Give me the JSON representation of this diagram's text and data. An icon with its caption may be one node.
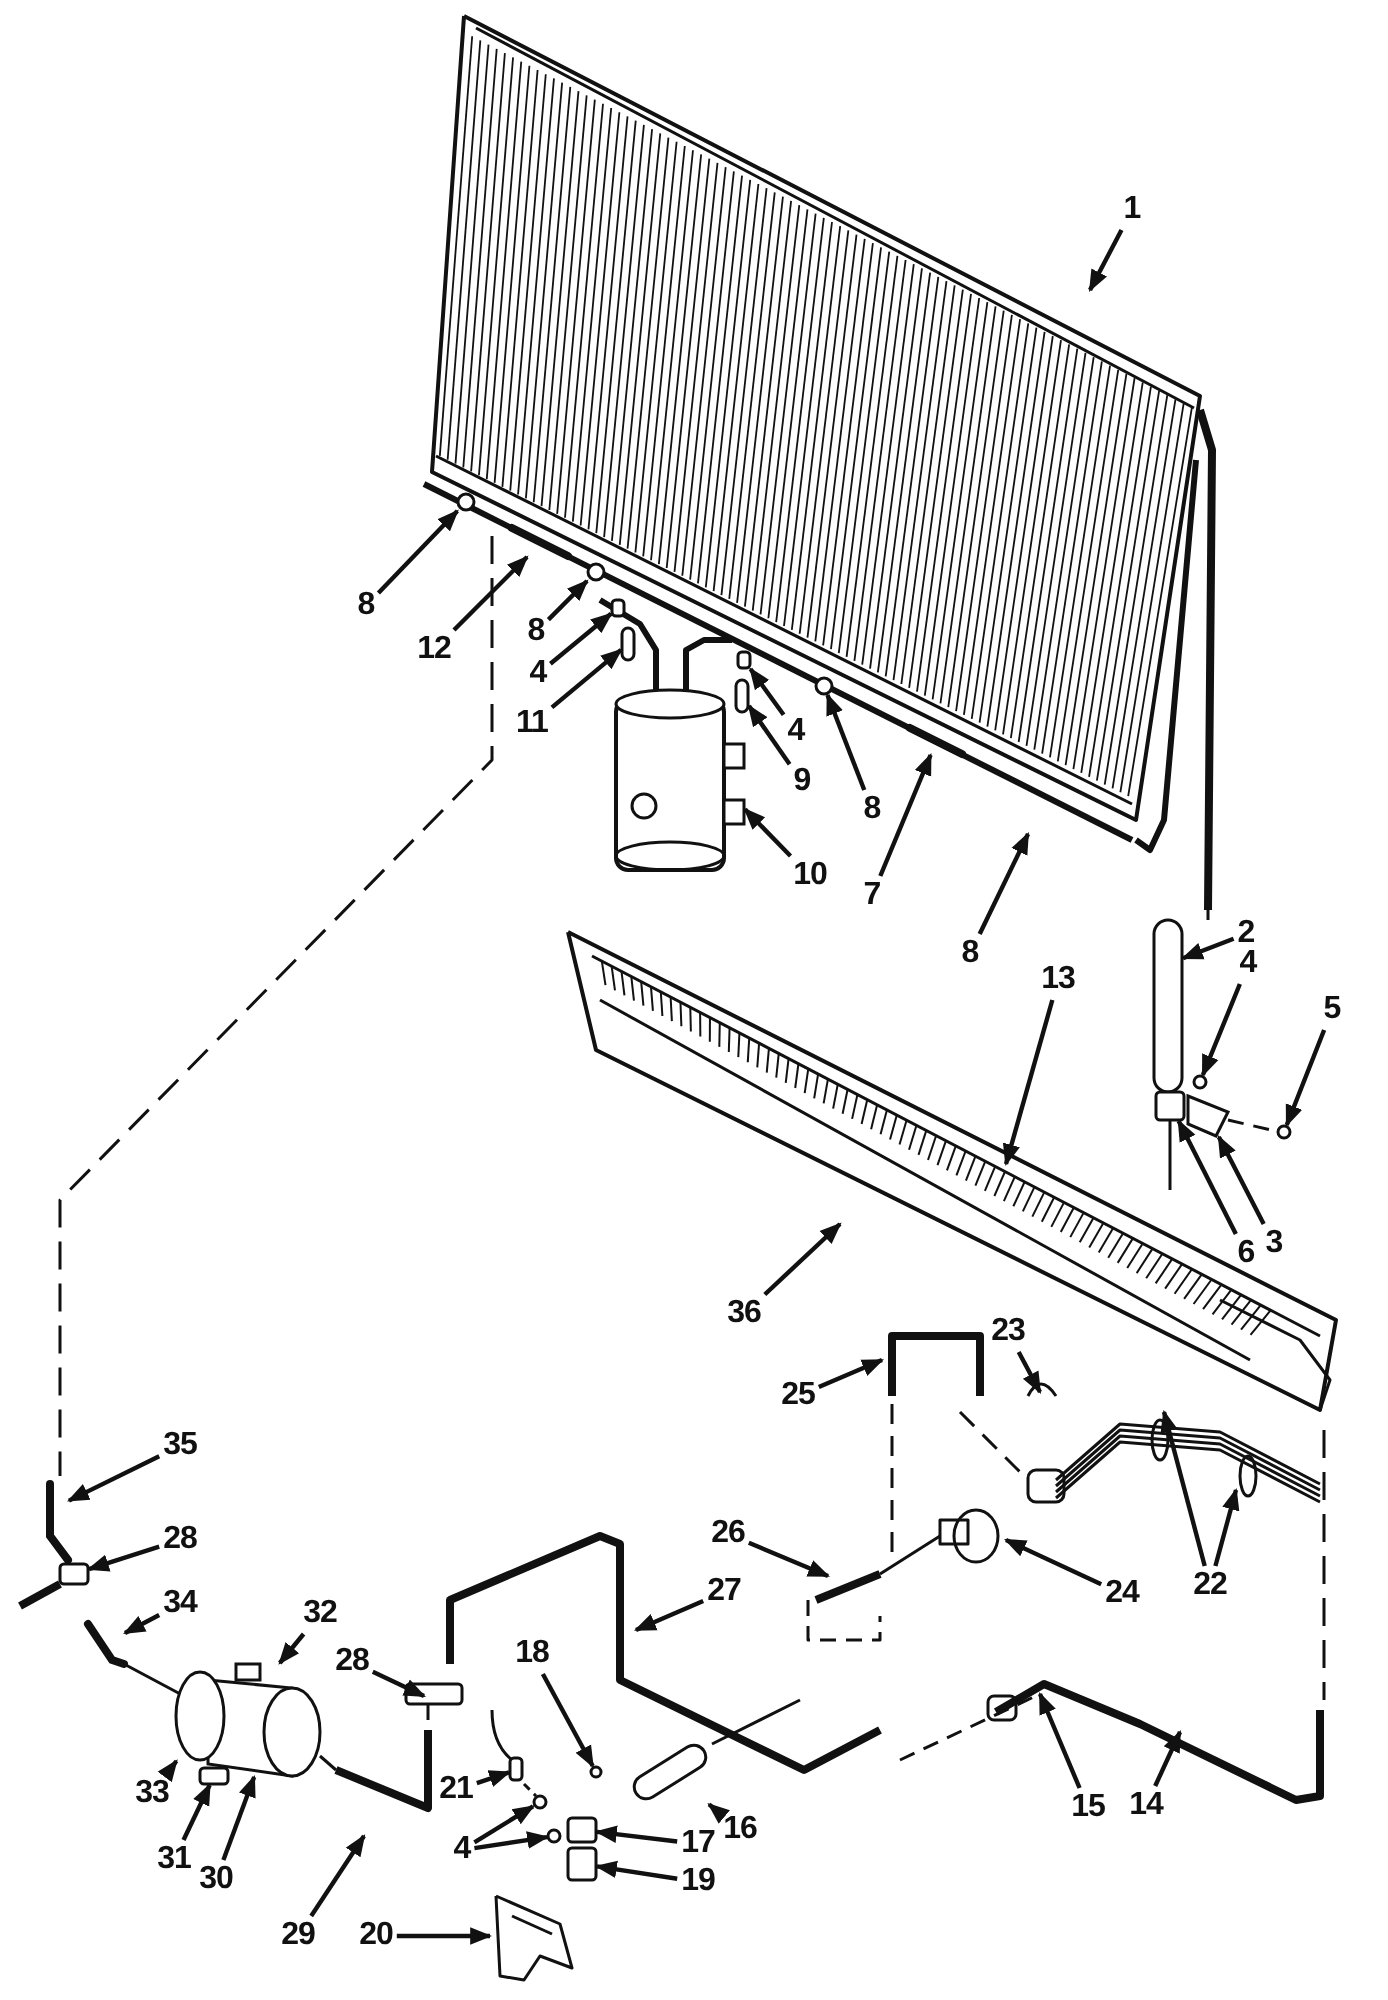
{
  "diagram": {
    "nodes": [
      {
        "text": [
          "1"
        ]
      },
      {
        "text": [
          "8"
        ]
      },
      {
        "text": [
          "12"
        ]
      },
      {
        "text": [
          "8"
        ]
      },
      {
        "text": [
          "4"
        ]
      },
      {
        "text": [
          "11"
        ]
      },
      {
        "text": [
          "4"
        ]
      },
      {
        "text": [
          "9"
        ]
      },
      {
        "text": [
          "8"
        ]
      },
      {
        "text": [
          "10"
        ]
      },
      {
        "text": [
          "7"
        ]
      },
      {
        "text": [
          "2"
        ]
      },
      {
        "text": [
          "4"
        ]
      },
      {
        "text": [
          "8"
        ]
      },
      {
        "text": [
          "5"
        ]
      },
      {
        "text": [
          "13"
        ]
      },
      {
        "text": [
          "6"
        ]
      },
      {
        "text": [
          "3"
        ]
      },
      {
        "text": [
          "36"
        ]
      },
      {
        "text": [
          "23"
        ]
      },
      {
        "text": [
          "25"
        ]
      },
      {
        "text": [
          "22"
        ]
      },
      {
        "text": [
          "35"
        ]
      },
      {
        "text": [
          "26"
        ]
      },
      {
        "text": [
          "28"
        ]
      },
      {
        "text": [
          "24"
        ]
      },
      {
        "text": [
          "27"
        ]
      },
      {
        "text": [
          "34"
        ]
      },
      {
        "text": [
          "32"
        ]
      },
      {
        "text": [
          "28"
        ]
      },
      {
        "text": [
          "18"
        ]
      },
      {
        "text": [
          "33"
        ]
      },
      {
        "text": [
          "21"
        ]
      },
      {
        "text": [
          "16"
        ]
      },
      {
        "text": [
          "15"
        ]
      },
      {
        "text": [
          "14"
        ]
      },
      {
        "text": [
          "31"
        ]
      },
      {
        "text": [
          "4"
        ]
      },
      {
        "text": [
          "17"
        ]
      },
      {
        "text": [
          "30"
        ]
      },
      {
        "text": [
          "19"
        ]
      },
      {
        "text": [
          "29"
        ]
      },
      {
        "text": [
          "20"
        ]
      },
      {
        "text": [],
        "shape": "bar"
      },
      {
        "text": [],
        "shape": "circle"
      },
      {
        "text": [],
        "shape": "box"
      },
      {
        "text": [],
        "shape": "cylinder"
      },
      {
        "text": [],
        "shape": "box"
      },
      {
        "text": [],
        "shape": "cylinder"
      },
      {
        "text": [],
        "shape": "circle"
      },
      {
        "text": [],
        "shape": "cylinder"
      },
      {
        "text": [],
        "shape": "bar"
      },
      {
        "text": [],
        "shape": "cylinder"
      },
      {
        "text": [],
        "shape": "circle"
      },
      {
        "text": [],
        "shape": "circle"
      },
      {
        "text": [],
        "shape": "box"
      },
      {
        "text": [],
        "shape": "box"
      },
      {
        "text": [],
        "shape": "bar"
      },
      {
        "text": [],
        "shape": "box"
      },
      {
        "text": [],
        "shape": "bar"
      },
      {
        "text": [],
        "shape": "cylinder"
      },
      {
        "text": [],
        "shape": "circle"
      },
      {
        "text": [],
        "shape": "box"
      },
      {
        "text": [],
        "shape": "circle"
      },
      {
        "text": [],
        "shape": "box"
      },
      {
        "text": [],
        "shape": "cylinder"
      },
      {
        "text": [],
        "shape": "circle"
      },
      {
        "text": [],
        "shape": "circle"
      },
      {
        "text": [],
        "shape": "box"
      },
      {
        "text": [],
        "shape": "box"
      },
      {
        "text": [],
        "shape": "circle"
      }
    ],
    "edges": [
      {
        "from": 0,
        "to": null,
        "arrow": "to"
      },
      {
        "from": 1,
        "to": 70,
        "arrow": "to"
      },
      {
        "from": 2,
        "to": 43,
        "arrow": "to"
      },
      {
        "from": 3,
        "to": 44,
        "arrow": "to"
      },
      {
        "from": 4,
        "to": 45,
        "arrow": "to"
      },
      {
        "from": 5,
        "to": 46,
        "arrow": "to"
      },
      {
        "from": 6,
        "to": 47,
        "arrow": "to"
      },
      {
        "from": 7,
        "to": 48,
        "arrow": "to"
      },
      {
        "from": 8,
        "to": 49,
        "arrow": "to"
      },
      {
        "from": 9,
        "to": 50,
        "arrow": "to"
      },
      {
        "from": 10,
        "to": 51,
        "arrow": "to"
      },
      {
        "from": 11,
        "to": 52,
        "arrow": "to"
      },
      {
        "from": 12,
        "to": 53,
        "arrow": "to"
      },
      {
        "from": 13,
        "to": null,
        "arrow": "to"
      },
      {
        "from": 14,
        "to": 54,
        "arrow": "to"
      },
      {
        "from": 15,
        "to": null,
        "arrow": "to"
      },
      {
        "from": 16,
        "to": 55,
        "arrow": "to"
      },
      {
        "from": 17,
        "to": 56,
        "arrow": "to"
      },
      {
        "from": 18,
        "to": null,
        "arrow": "to"
      },
      {
        "from": 19,
        "to": null,
        "arrow": "to"
      },
      {
        "from": 20,
        "to": null,
        "arrow": "to"
      },
      {
        "from": 21,
        "to": null,
        "arrow": "to"
      },
      {
        "from": 21,
        "to": null,
        "arrow": "to"
      },
      {
        "from": 22,
        "to": 57,
        "arrow": "to"
      },
      {
        "from": 23,
        "to": null,
        "arrow": "to"
      },
      {
        "from": 24,
        "to": 58,
        "arrow": "to"
      },
      {
        "from": 25,
        "to": null,
        "arrow": "to"
      },
      {
        "from": 26,
        "to": null,
        "arrow": "to"
      },
      {
        "from": 27,
        "to": 59,
        "arrow": "to"
      },
      {
        "from": 28,
        "to": 60,
        "arrow": "to"
      },
      {
        "from": 29,
        "to": null,
        "arrow": "to"
      },
      {
        "from": 30,
        "to": 63,
        "arrow": "to"
      },
      {
        "from": 31,
        "to": 61,
        "arrow": "to"
      },
      {
        "from": 32,
        "to": 64,
        "arrow": "to"
      },
      {
        "from": 33,
        "to": 65,
        "arrow": "to"
      },
      {
        "from": 34,
        "to": null,
        "arrow": "to"
      },
      {
        "from": 35,
        "to": null,
        "arrow": "to"
      },
      {
        "from": 36,
        "to": 62,
        "arrow": "to"
      },
      {
        "from": 37,
        "to": 66,
        "arrow": "to"
      },
      {
        "from": 37,
        "to": 67,
        "arrow": "to"
      },
      {
        "from": 38,
        "to": 68,
        "arrow": "to"
      },
      {
        "from": 39,
        "to": 60,
        "arrow": "to"
      },
      {
        "from": 40,
        "to": 69,
        "arrow": "to"
      },
      {
        "from": 41,
        "to": null,
        "arrow": "to"
      },
      {
        "from": 42,
        "to": null,
        "arrow": "to"
      }
    ]
  }
}
